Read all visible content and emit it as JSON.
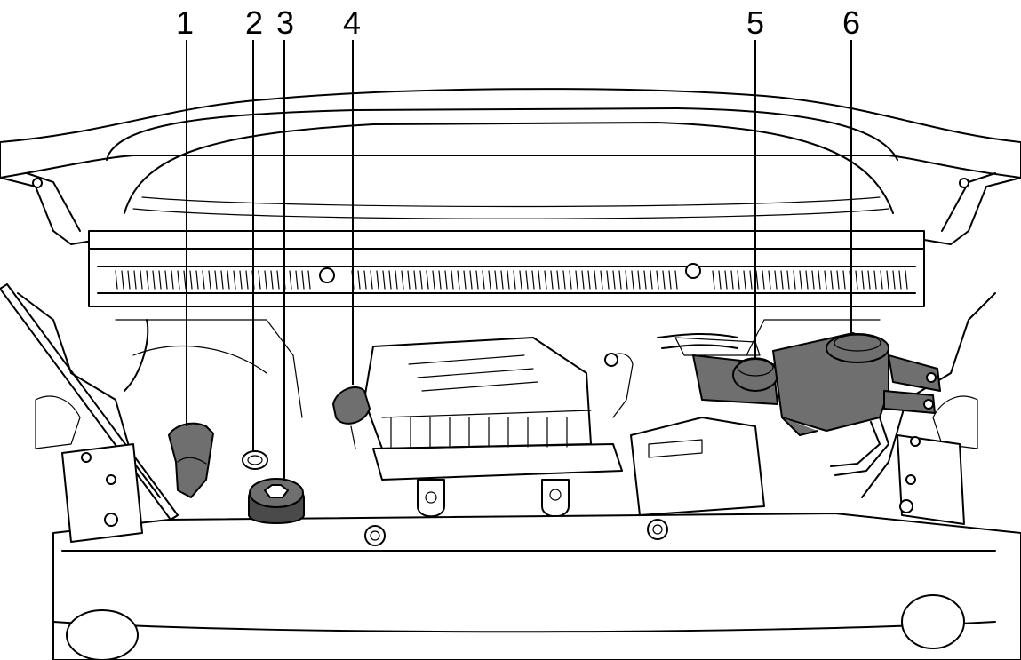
{
  "diagram": {
    "callouts": [
      {
        "id": "1",
        "label": "1"
      },
      {
        "id": "2",
        "label": "2"
      },
      {
        "id": "3",
        "label": "3"
      },
      {
        "id": "4",
        "label": "4"
      },
      {
        "id": "5",
        "label": "5"
      },
      {
        "id": "6",
        "label": "6"
      }
    ],
    "colors": {
      "line": "#000000",
      "background": "#ffffff",
      "highlight_fill": "#6f6f6f"
    }
  }
}
